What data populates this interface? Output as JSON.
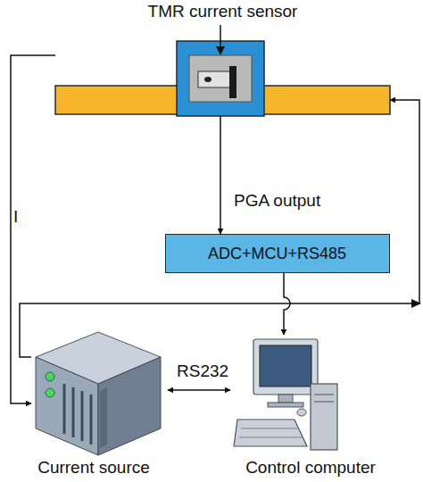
{
  "diagram": {
    "nodes": [
      {
        "text": [
          "TMR current sensor"
        ]
      },
      {
        "text": [
          "ADC+MCU+RS485"
        ]
      },
      {
        "text": [
          "Current source"
        ]
      },
      {
        "text": [
          "Control computer"
        ]
      }
    ],
    "edges": [
      {
        "from": 0,
        "to": 1,
        "arrow": "to",
        "label": "PGA output"
      },
      {
        "from": 1,
        "to": 3,
        "arrow": "to"
      },
      {
        "from": 2,
        "to": 3,
        "arrow": "both",
        "label": "RS232"
      },
      {
        "from": 0,
        "to": 2,
        "arrow": "to",
        "label": "I"
      },
      {
        "from": 2,
        "to": 0,
        "arrow": "to"
      }
    ]
  }
}
